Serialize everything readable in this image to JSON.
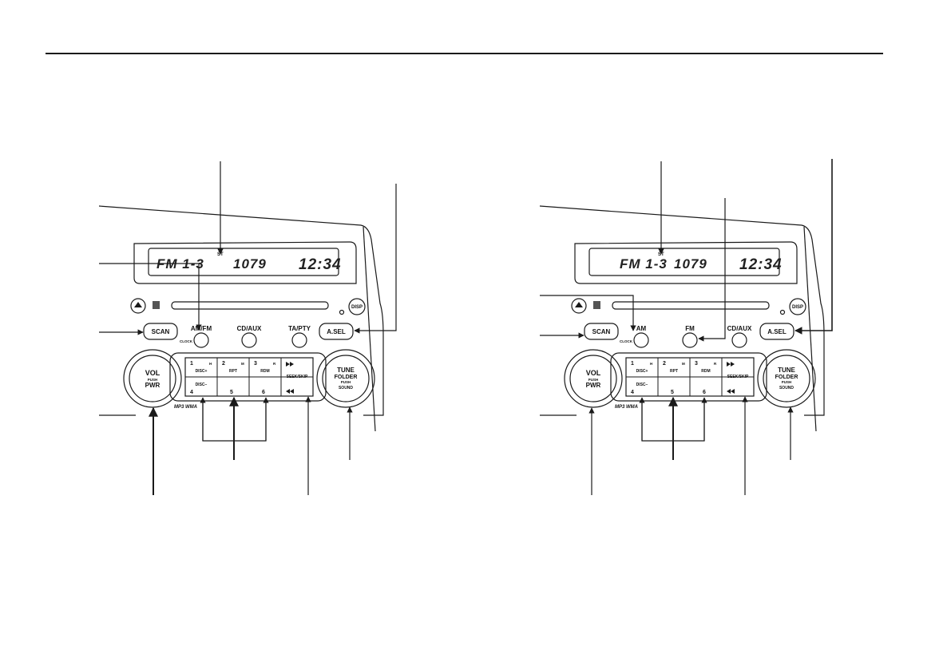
{
  "layout_colors": {
    "ink": "#1a1a1a",
    "background": "#ffffff"
  },
  "left_unit": {
    "display": {
      "band": "FM 1-3",
      "stereo": "ST",
      "frequency": "1079",
      "clock": "12:34"
    },
    "buttons": {
      "scan": "SCAN",
      "amfm": "AM/FM",
      "clock": "CLOCK",
      "cdaux": "CD/AUX",
      "tapty": "TA/PTY",
      "asel": "A.SEL",
      "disp": "DISP"
    },
    "presets": {
      "top": [
        "1",
        "2",
        "3"
      ],
      "top_marks": [
        "H",
        "M",
        "R"
      ],
      "mid": [
        "DISC+",
        "RPT",
        "RDM"
      ],
      "disc_minus": "DISC−",
      "bottom": [
        "4",
        "5",
        "6"
      ]
    },
    "seek": "SEEK/SKIP",
    "vol_knob": {
      "main": "VOL",
      "push": "PUSH",
      "pwr": "PWR"
    },
    "tune_knob": {
      "l1": "TUNE",
      "l2": "FOLDER",
      "l3": "PUSH",
      "l4": "SOUND"
    },
    "media": "MP3 WMA"
  },
  "right_unit": {
    "display": {
      "band": "FM 1-3",
      "stereo": "ST",
      "frequency": "1079",
      "clock": "12:34"
    },
    "buttons": {
      "scan": "SCAN",
      "am": "AM",
      "clock": "CLOCK",
      "fm": "FM",
      "cdaux": "CD/AUX",
      "asel": "A.SEL",
      "disp": "DISP"
    },
    "presets": {
      "top": [
        "1",
        "2",
        "3"
      ],
      "top_marks": [
        "H",
        "M",
        "R"
      ],
      "mid": [
        "DISC+",
        "RPT",
        "RDM"
      ],
      "disc_minus": "DISC−",
      "bottom": [
        "4",
        "5",
        "6"
      ]
    },
    "seek": "SEEK/SKIP",
    "vol_knob": {
      "main": "VOL",
      "push": "PUSH",
      "pwr": "PWR"
    },
    "tune_knob": {
      "l1": "TUNE",
      "l2": "FOLDER",
      "l3": "PUSH",
      "l4": "SOUND"
    },
    "media": "MP3 WMA"
  }
}
